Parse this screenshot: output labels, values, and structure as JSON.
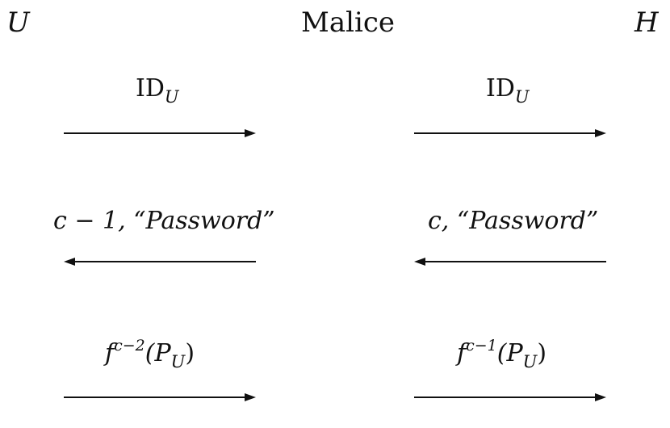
{
  "parties": {
    "left": "U",
    "middle": "Malice",
    "right": "H"
  },
  "messages": [
    {
      "left": {
        "base": "ID",
        "sub": "U"
      },
      "right": {
        "base": "ID",
        "sub": "U"
      },
      "direction": "right"
    },
    {
      "left": {
        "pre": "c − 1, “Password”"
      },
      "right": {
        "pre": "c, “Password”"
      },
      "direction": "left"
    },
    {
      "left": {
        "f": "f",
        "sup": "c−2",
        "arg": "(P",
        "argsub": "U",
        "close": ")"
      },
      "right": {
        "f": "f",
        "sup": "c−1",
        "arg": "(P",
        "argsub": "U",
        "close": ")"
      },
      "direction": "right"
    }
  ]
}
